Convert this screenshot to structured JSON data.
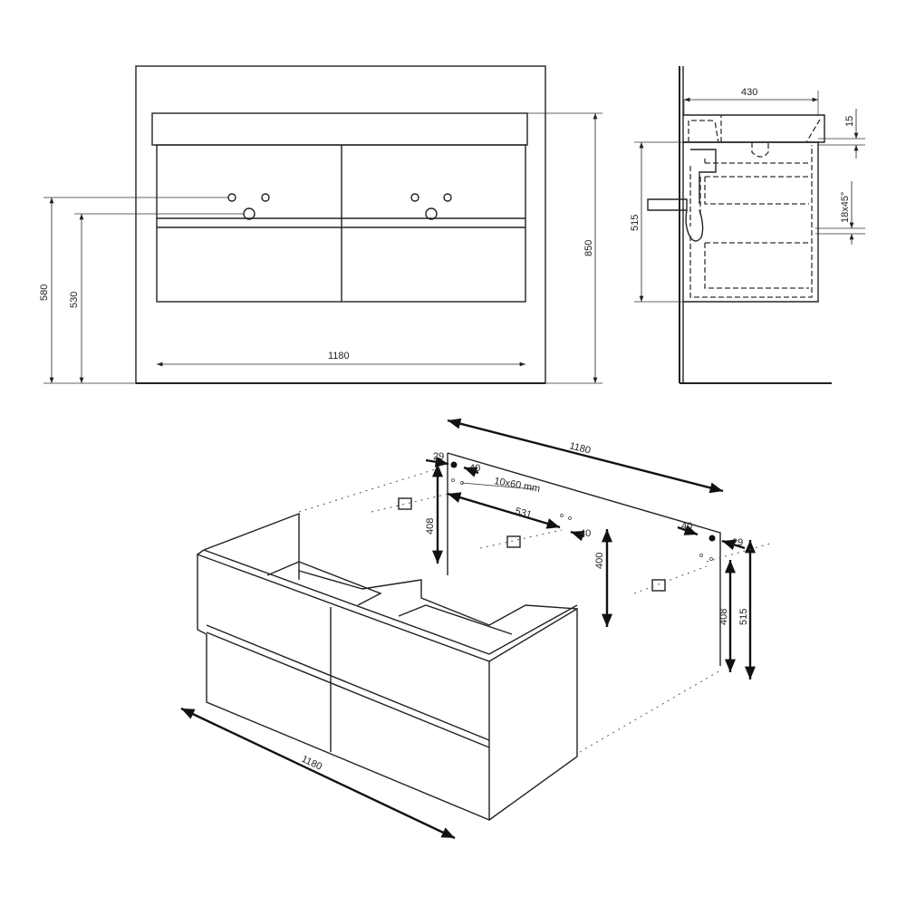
{
  "front_view": {
    "width": "1180",
    "height_total": "850",
    "tap_height_1": "580",
    "tap_height_2": "530"
  },
  "side_view": {
    "depth": "430",
    "top_gap": "15",
    "height": "515",
    "edge": "18x45°"
  },
  "iso_view": {
    "width_panel": "1180",
    "width_front": "1180",
    "offset_left": "29",
    "offset_right": "29",
    "hole_offset_left": "40",
    "hole_offset_mid": "40",
    "hole_offset_right": "40",
    "hole_size": "10x60 mm",
    "mid_distance": "531",
    "height_left": "408",
    "height_mid": "400",
    "height_right": "408",
    "height_panel": "515"
  }
}
